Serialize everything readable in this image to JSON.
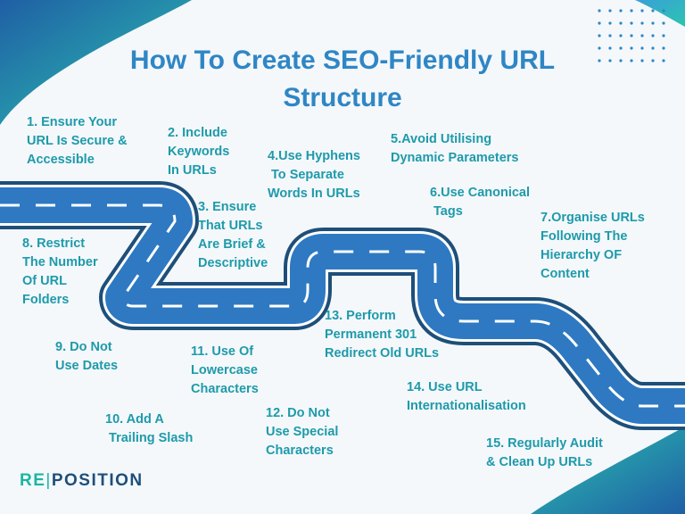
{
  "title": {
    "line1": "How To Create SEO-Friendly URL",
    "line2": "Structure"
  },
  "steps": [
    {
      "text": "1. Ensure Your\nURL Is Secure &\nAccessible"
    },
    {
      "text": "2. Include\nKeywords\nIn URLs"
    },
    {
      "text": "3. Ensure\nThat URLs\nAre Brief &\nDescriptive"
    },
    {
      "text": "4.Use Hyphens\n To Separate\nWords In URLs"
    },
    {
      "text": "5.Avoid Utilising\nDynamic Parameters"
    },
    {
      "text": "6.Use Canonical\n Tags"
    },
    {
      "text": "7.Organise URLs\nFollowing The\nHierarchy OF\nContent"
    },
    {
      "text": "8. Restrict\nThe Number\nOf URL\nFolders"
    },
    {
      "text": "9. Do Not\nUse Dates"
    },
    {
      "text": "10. Add A\n Trailing Slash"
    },
    {
      "text": "11. Use Of\nLowercase\nCharacters"
    },
    {
      "text": "12. Do Not\nUse Special\nCharacters"
    },
    {
      "text": "13. Perform\nPermanent 301\nRedirect Old URLs"
    },
    {
      "text": "14. Use URL\nInternationalisation"
    },
    {
      "text": "15. Regularly Audit\n& Clean Up URLs"
    }
  ],
  "logo": {
    "part1": "RE",
    "separator": "|",
    "part2": "POSITION"
  },
  "colors": {
    "title": "#2f86c5",
    "step_text": "#1e9aaa",
    "road_fill": "#2e79c2",
    "road_border": "#1e4f79",
    "lane_marking": "#ffffff",
    "logo_accent": "#1bb5a3",
    "logo_dark": "#1e4f79"
  },
  "icons": {
    "road": "winding-road-icon",
    "decor_dots": "dot-grid-icon",
    "decor_blob": "gradient-blob-icon"
  }
}
